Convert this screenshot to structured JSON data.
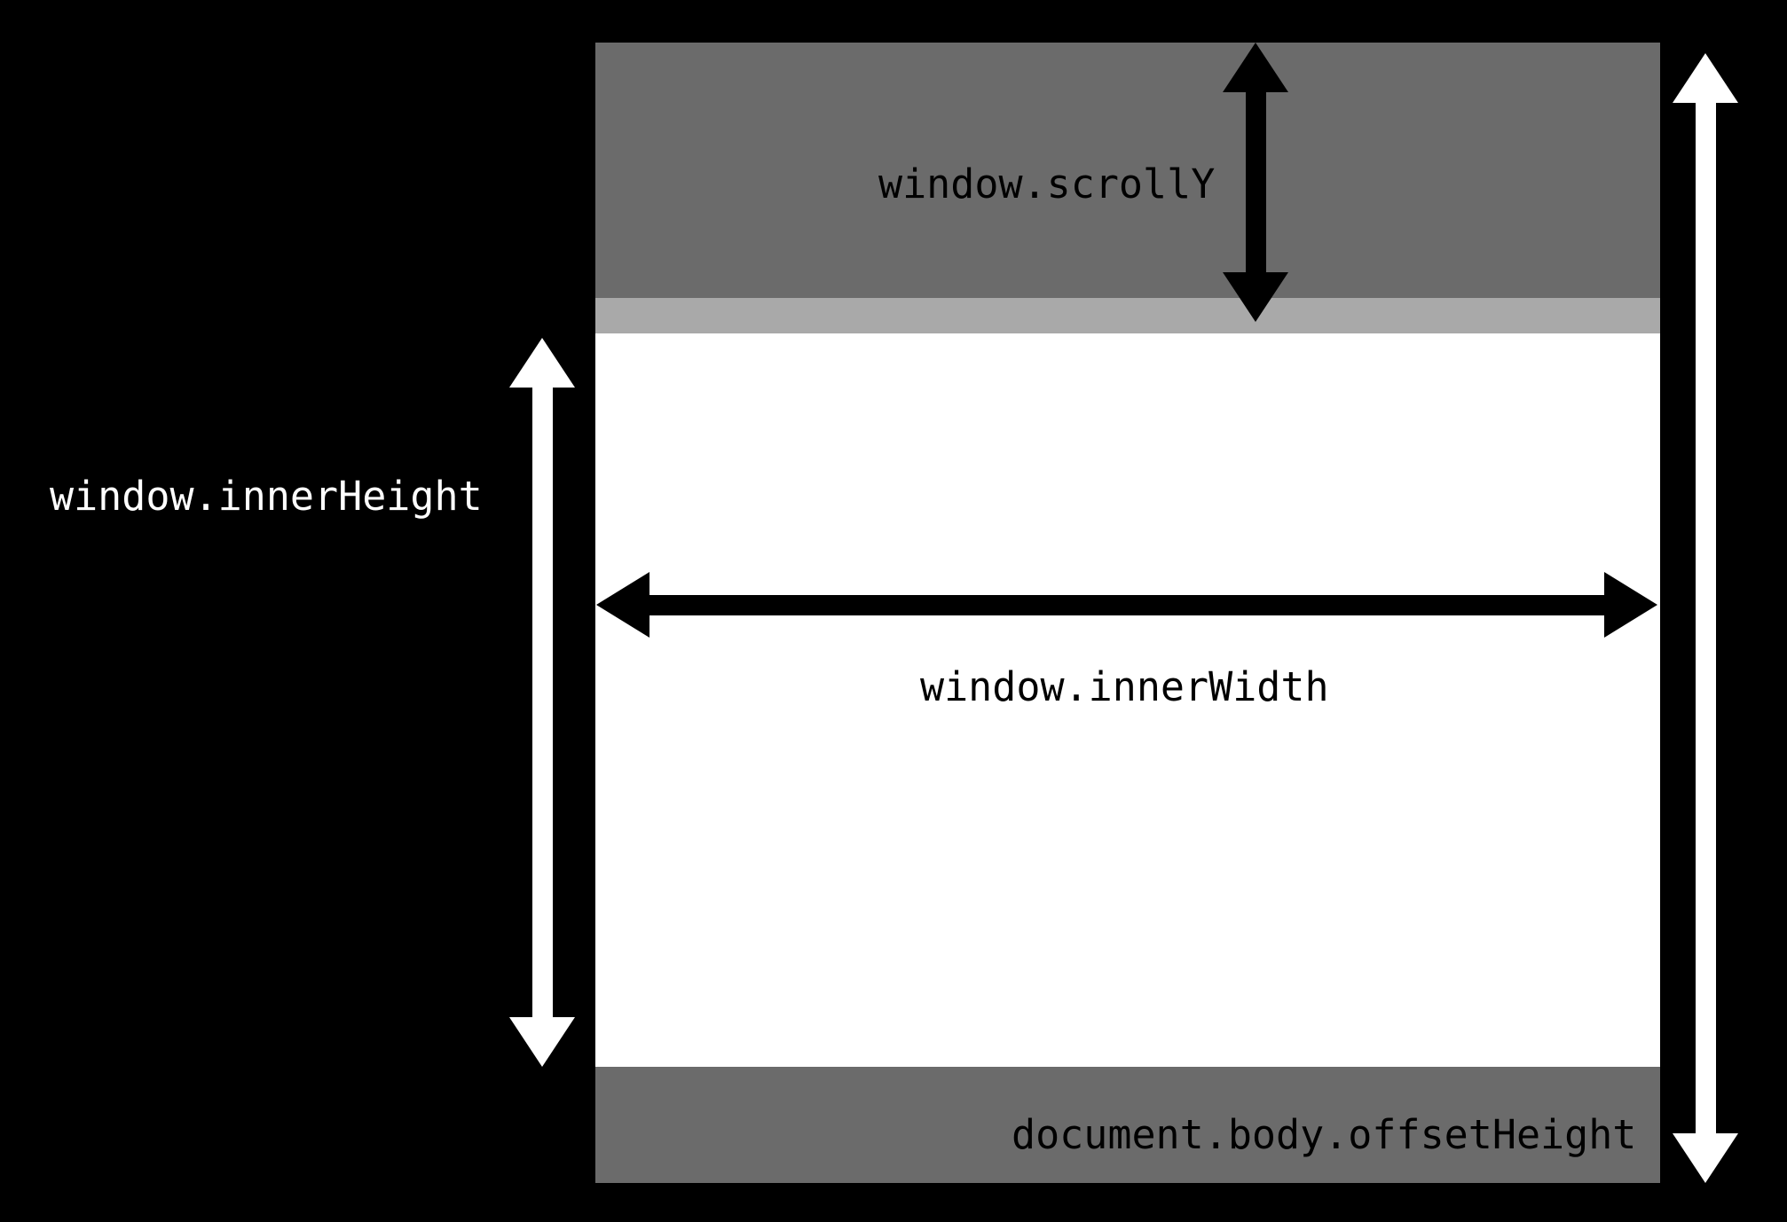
{
  "diagram": {
    "labels": {
      "scroll_y": "window.scrollY",
      "inner_height": "window.innerHeight",
      "inner_width": "window.innerWidth",
      "offset_height": "document.body.offsetHeight"
    },
    "colors": {
      "background": "#000000",
      "scrolled_region": "#6b6b6b",
      "partial_band": "#a9a9a9",
      "viewport_region": "#ffffff",
      "below_region": "#6b6b6b",
      "arrow_dark": "#000000",
      "arrow_light": "#ffffff",
      "label_dark": "#000000",
      "label_light": "#ffffff"
    }
  }
}
